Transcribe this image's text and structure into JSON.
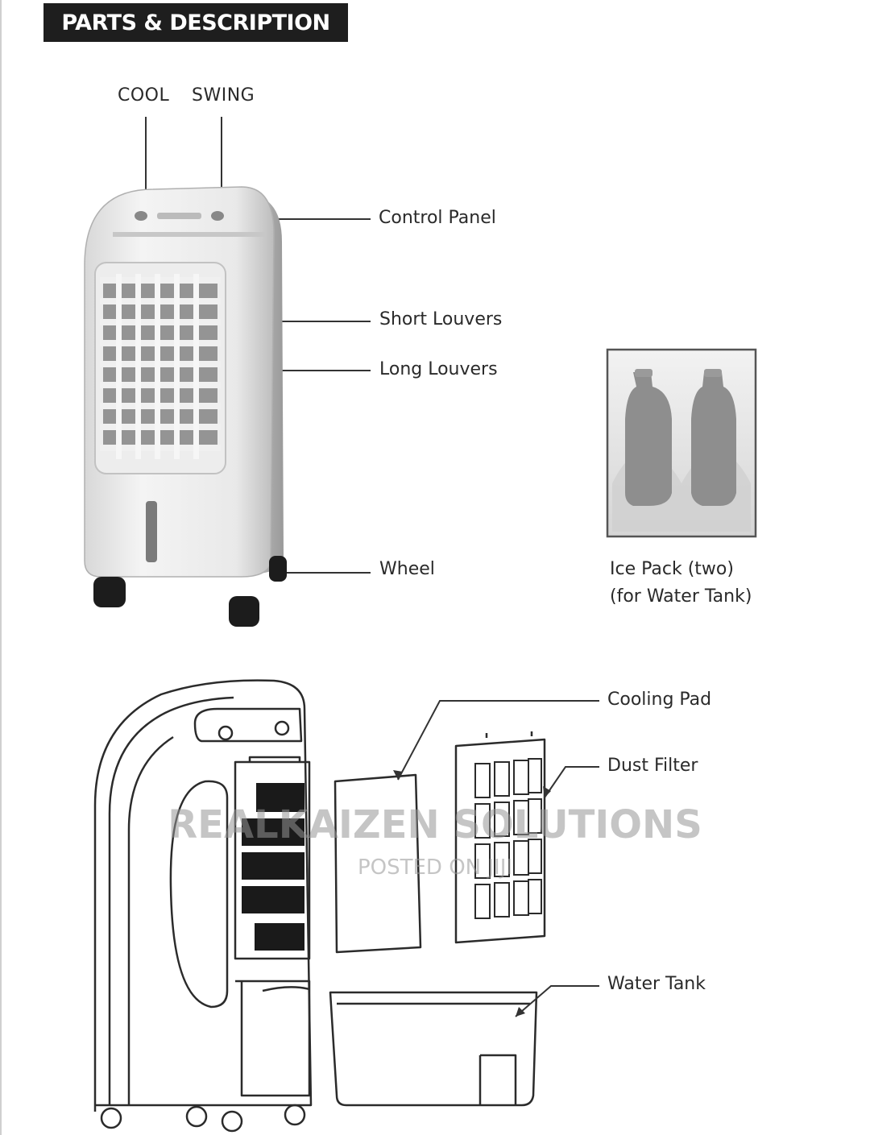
{
  "header": {
    "title": "PARTS & DESCRIPTION"
  },
  "labels": {
    "cool": "COOL",
    "swing": "SWING",
    "control_panel": "Control Panel",
    "short_louvers": "Short Louvers",
    "long_louvers": "Long Louvers",
    "wheel": "Wheel",
    "ice_pack_line1": "Ice Pack (two)",
    "ice_pack_line2": "(for Water Tank)",
    "cooling_pad": "Cooling Pad",
    "dust_filter": "Dust Filter",
    "water_tank": "Water Tank"
  },
  "watermark": {
    "brand": "REALKAIZEN SOLUTIONS",
    "posted": "POSTED ON JIJI"
  },
  "colors": {
    "header_bg": "#1e1e1e",
    "line": "#333333",
    "body_light": "#eeeeee",
    "watermark": "#969696"
  }
}
